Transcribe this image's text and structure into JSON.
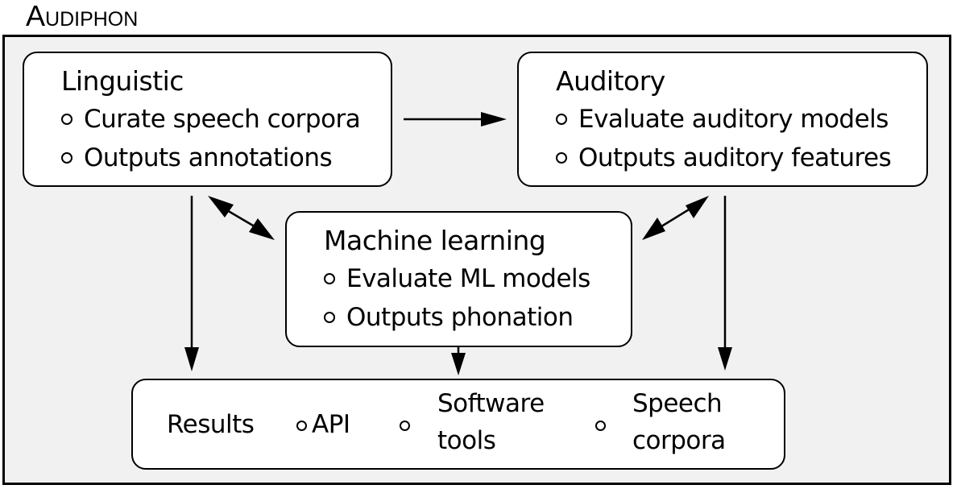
{
  "title": "Audiphon",
  "boxes": {
    "linguistic": {
      "title": "Linguistic",
      "items": [
        "Curate speech corpora",
        "Outputs annotations"
      ]
    },
    "auditory": {
      "title": "Auditory",
      "items": [
        "Evaluate auditory models",
        "Outputs auditory features"
      ]
    },
    "machine_learning": {
      "title": "Machine learning",
      "items": [
        "Evaluate ML models",
        "Outputs phonation"
      ]
    },
    "results": {
      "title": "Results",
      "items": [
        {
          "line1": "API",
          "line2": ""
        },
        {
          "line1": "Software",
          "line2": "tools"
        },
        {
          "line1": "Speech",
          "line2": "corpora"
        }
      ]
    }
  },
  "edges": [
    {
      "from": "Linguistic",
      "to": "Auditory",
      "type": "directed"
    },
    {
      "from": "Linguistic",
      "to": "Machine learning",
      "type": "bidirectional"
    },
    {
      "from": "Auditory",
      "to": "Machine learning",
      "type": "bidirectional"
    },
    {
      "from": "Linguistic",
      "to": "Results",
      "type": "directed"
    },
    {
      "from": "Machine learning",
      "to": "Results",
      "type": "directed"
    },
    {
      "from": "Auditory",
      "to": "Results",
      "type": "directed"
    }
  ]
}
